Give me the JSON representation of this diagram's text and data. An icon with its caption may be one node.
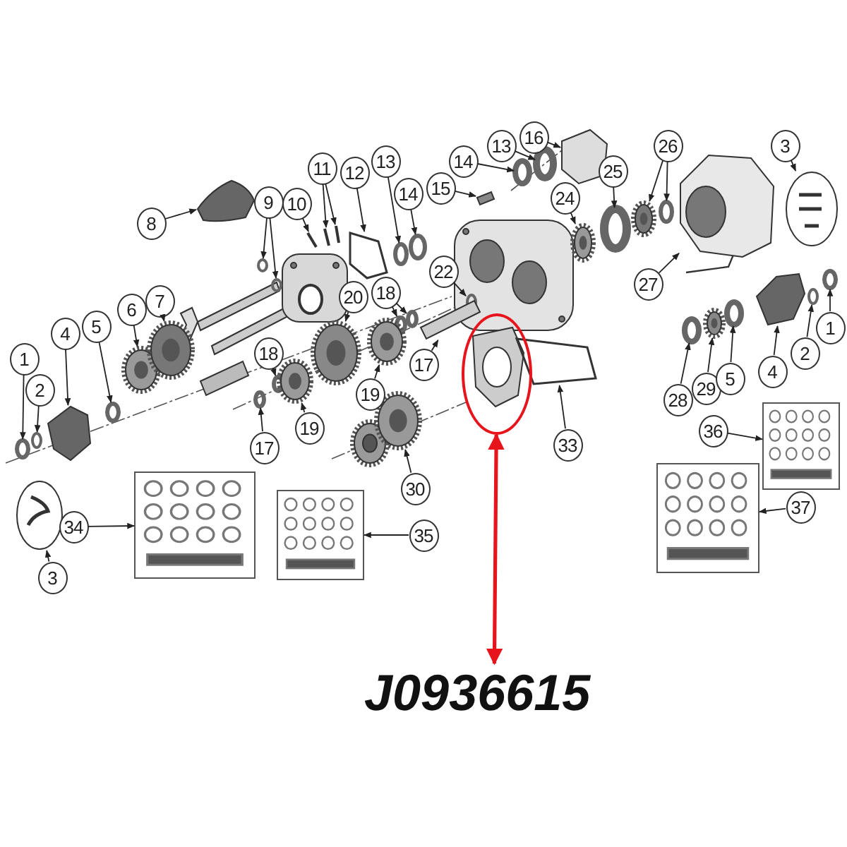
{
  "diagram": {
    "nodes": [
      {
        "text": [
          "8"
        ]
      },
      {
        "text": [
          "9"
        ]
      },
      {
        "text": [
          "10"
        ]
      },
      {
        "text": [
          "11"
        ]
      },
      {
        "text": [
          "12"
        ]
      },
      {
        "text": [
          "13"
        ]
      },
      {
        "text": [
          "14"
        ]
      },
      {
        "text": [
          "15"
        ]
      },
      {
        "text": [
          "14"
        ]
      },
      {
        "text": [
          "13"
        ]
      },
      {
        "text": [
          "16"
        ]
      },
      {
        "text": [
          "25"
        ]
      },
      {
        "text": [
          "26"
        ]
      },
      {
        "text": [
          "3"
        ]
      },
      {
        "text": [
          "24"
        ]
      },
      {
        "text": [
          "22"
        ]
      },
      {
        "text": [
          "20"
        ]
      },
      {
        "text": [
          "18"
        ]
      },
      {
        "text": [
          "27"
        ]
      },
      {
        "text": [
          "6"
        ]
      },
      {
        "text": [
          "7"
        ]
      },
      {
        "text": [
          "5"
        ]
      },
      {
        "text": [
          "4"
        ]
      },
      {
        "text": [
          "1"
        ]
      },
      {
        "text": [
          "2"
        ]
      },
      {
        "text": [
          "18"
        ]
      },
      {
        "text": [
          "19"
        ]
      },
      {
        "text": [
          "17"
        ]
      },
      {
        "text": [
          "1"
        ]
      },
      {
        "text": [
          "2"
        ]
      },
      {
        "text": [
          "4"
        ]
      },
      {
        "text": [
          "28"
        ]
      },
      {
        "text": [
          "29"
        ]
      },
      {
        "text": [
          "5"
        ]
      },
      {
        "text": [
          "17"
        ]
      },
      {
        "text": [
          "19"
        ]
      },
      {
        "text": [
          "30"
        ]
      },
      {
        "text": [
          "33"
        ]
      },
      {
        "text": [
          "36"
        ]
      },
      {
        "text": [
          "37"
        ]
      },
      {
        "text": [
          "34"
        ]
      },
      {
        "text": [
          "35"
        ]
      },
      {
        "text": [
          "3"
        ]
      },
      {
        "text": [],
        "shape": "box"
      },
      {
        "text": [],
        "shape": "box"
      },
      {
        "text": [],
        "shape": "box"
      },
      {
        "text": [],
        "shape": "box"
      },
      {
        "text": [],
        "shape": "circle"
      },
      {
        "text": [
          "J0936615"
        ]
      },
      {
        "text": [],
        "shape": "picture"
      },
      {
        "text": [],
        "shape": "circle"
      },
      {
        "text": [],
        "shape": "circle"
      },
      {
        "text": [],
        "shape": "picture"
      },
      {
        "text": [],
        "shape": "picture"
      },
      {
        "text": [],
        "shape": "picture"
      },
      {
        "text": [],
        "shape": "picture"
      },
      {
        "text": [],
        "shape": "circle"
      },
      {
        "text": [],
        "shape": "circle"
      },
      {
        "text": [],
        "shape": "picture"
      },
      {
        "text": [],
        "shape": "circle"
      },
      {
        "text": [],
        "shape": "circle"
      },
      {
        "text": [],
        "shape": "picture"
      },
      {
        "text": [],
        "shape": "circle"
      },
      {
        "text": [],
        "shape": "picture"
      },
      {
        "text": [],
        "shape": "circle"
      },
      {
        "text": [],
        "shape": "picture"
      },
      {
        "text": [],
        "shape": "picture"
      },
      {
        "text": [],
        "shape": "circle"
      },
      {
        "text": [],
        "shape": "picture"
      },
      {
        "text": [],
        "shape": "circle"
      },
      {
        "text": [],
        "shape": "circle"
      },
      {
        "text": [],
        "shape": "picture"
      },
      {
        "text": [],
        "shape": "picture"
      },
      {
        "text": [],
        "shape": "picture"
      },
      {
        "text": [],
        "shape": "circle"
      },
      {
        "text": [],
        "shape": "picture"
      },
      {
        "text": [],
        "shape": "circle"
      },
      {
        "text": [],
        "shape": "circle"
      },
      {
        "text": [],
        "shape": "circle"
      },
      {
        "text": [],
        "shape": "picture"
      },
      {
        "text": [],
        "shape": "picture"
      },
      {
        "text": [],
        "shape": "circle"
      },
      {
        "text": [],
        "shape": "circle"
      },
      {
        "text": [],
        "shape": "picture"
      },
      {
        "text": [],
        "shape": "circle"
      },
      {
        "text": [],
        "shape": "picture"
      },
      {
        "text": [],
        "shape": "circle"
      },
      {
        "text": [],
        "shape": "circle"
      },
      {
        "text": [],
        "shape": "picture"
      },
      {
        "text": [],
        "shape": "picture"
      },
      {
        "text": [],
        "shape": "picture"
      },
      {
        "text": [],
        "shape": "picture"
      }
    ],
    "edges": [
      {
        "from": 0,
        "to": 49,
        "arrow": "to"
      },
      {
        "from": 1,
        "to": 50,
        "arrow": "to"
      },
      {
        "from": 1,
        "to": 51,
        "arrow": "to"
      },
      {
        "from": 2,
        "to": 52,
        "arrow": "to"
      },
      {
        "from": 3,
        "to": 53,
        "arrow": "to"
      },
      {
        "from": 3,
        "to": 54,
        "arrow": "to"
      },
      {
        "from": 4,
        "to": 55,
        "arrow": "to"
      },
      {
        "from": 5,
        "to": 56,
        "arrow": "to"
      },
      {
        "from": 6,
        "to": 57,
        "arrow": "to"
      },
      {
        "from": 7,
        "to": 58,
        "arrow": "to"
      },
      {
        "from": 8,
        "to": 59,
        "arrow": "to"
      },
      {
        "from": 9,
        "to": 60,
        "arrow": "to"
      },
      {
        "from": 10,
        "to": 61,
        "arrow": "to"
      },
      {
        "from": 11,
        "to": 62,
        "arrow": "to"
      },
      {
        "from": 12,
        "to": 63,
        "arrow": "to"
      },
      {
        "from": 12,
        "to": 64,
        "arrow": "to"
      },
      {
        "from": 13,
        "to": 65,
        "arrow": "to"
      },
      {
        "from": 14,
        "to": 66,
        "arrow": "to"
      },
      {
        "from": 15,
        "to": 67,
        "arrow": "to"
      },
      {
        "from": 16,
        "to": 68,
        "arrow": "to"
      },
      {
        "from": 17,
        "to": 69,
        "arrow": "to"
      },
      {
        "from": 17,
        "to": 70,
        "arrow": "to"
      },
      {
        "from": 18,
        "to": 71,
        "arrow": "to"
      },
      {
        "from": 19,
        "to": 72,
        "arrow": "to"
      },
      {
        "from": 20,
        "to": 73,
        "arrow": "to"
      },
      {
        "from": 21,
        "to": 74,
        "arrow": "to"
      },
      {
        "from": 22,
        "to": 75,
        "arrow": "to"
      },
      {
        "from": 23,
        "to": 76,
        "arrow": "to"
      },
      {
        "from": 24,
        "to": 77,
        "arrow": "to"
      },
      {
        "from": 25,
        "to": 78,
        "arrow": "to"
      },
      {
        "from": 26,
        "to": 79,
        "arrow": "to"
      },
      {
        "from": 27,
        "to": 80,
        "arrow": "to"
      },
      {
        "from": 28,
        "to": 81,
        "arrow": "to"
      },
      {
        "from": 29,
        "to": 82,
        "arrow": "to"
      },
      {
        "from": 30,
        "to": 83,
        "arrow": "to"
      },
      {
        "from": 31,
        "to": 84,
        "arrow": "to"
      },
      {
        "from": 32,
        "to": 85,
        "arrow": "to"
      },
      {
        "from": 33,
        "to": 86,
        "arrow": "to"
      },
      {
        "from": 34,
        "to": 87,
        "arrow": "to"
      },
      {
        "from": 35,
        "to": 88,
        "arrow": "to"
      },
      {
        "from": 36,
        "to": 89,
        "arrow": "to"
      },
      {
        "from": 37,
        "to": 90,
        "arrow": "to"
      },
      {
        "from": 38,
        "to": 45,
        "arrow": "to"
      },
      {
        "from": 39,
        "to": 46,
        "arrow": "to"
      },
      {
        "from": 40,
        "to": 43,
        "arrow": "to"
      },
      {
        "from": 41,
        "to": 44,
        "arrow": "to"
      },
      {
        "from": 42,
        "to": 91,
        "arrow": "to"
      },
      {
        "from": 47,
        "to": 48,
        "arrow": "both",
        "style": "thick",
        "color": "#e8141c"
      }
    ]
  }
}
